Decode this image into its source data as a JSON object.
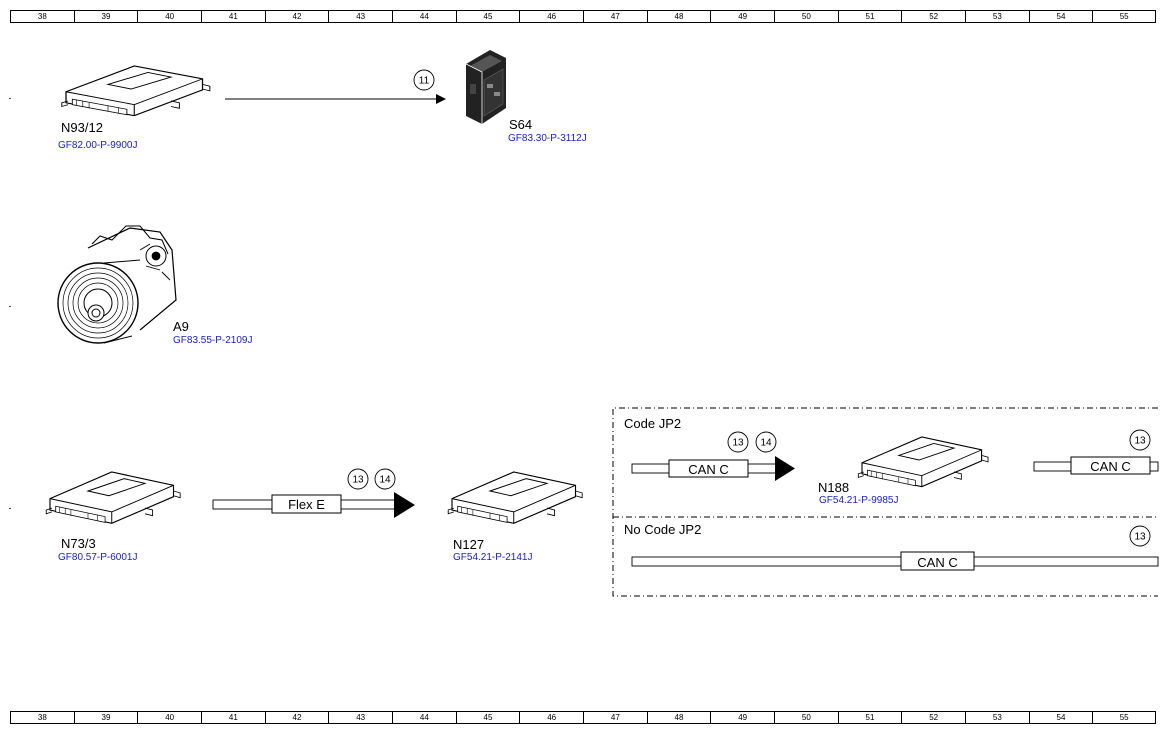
{
  "ruler": {
    "columns": [
      "38",
      "39",
      "40",
      "41",
      "42",
      "43",
      "44",
      "45",
      "46",
      "47",
      "48",
      "49",
      "50",
      "51",
      "52",
      "53",
      "54",
      "55"
    ]
  },
  "components": {
    "n93_12": {
      "label": "N93/12",
      "ref": "GF82.00-P-9900J",
      "icon": "control-unit-icon"
    },
    "s64": {
      "label": "S64",
      "ref": "GF83.30-P-3112J",
      "icon": "switch-icon"
    },
    "a9": {
      "label": "A9",
      "ref": "GF83.55-P-2109J",
      "icon": "compressor-icon"
    },
    "n73_3": {
      "label": "N73/3",
      "ref": "GF80.57-P-6001J",
      "icon": "control-unit-icon"
    },
    "n127": {
      "label": "N127",
      "ref": "GF54.21-P-2141J",
      "icon": "control-unit-icon"
    },
    "n188": {
      "label": "N188",
      "ref": "GF54.21-P-9985J",
      "icon": "control-unit-icon"
    }
  },
  "connections": {
    "n93_to_s64": {
      "signals": [
        "11"
      ]
    },
    "flex_e": {
      "bus": "Flex E",
      "signals": [
        "13",
        "14"
      ]
    },
    "can_c_jp2_in": {
      "bus": "CAN C",
      "signals": [
        "13",
        "14"
      ]
    },
    "can_c_jp2_out": {
      "bus": "CAN C",
      "signals": [
        "13"
      ]
    },
    "can_c_no_jp2": {
      "bus": "CAN C",
      "signals": [
        "13"
      ]
    }
  },
  "variants": {
    "code_jp2": "Code JP2",
    "no_code_jp2": "No Code JP2"
  }
}
